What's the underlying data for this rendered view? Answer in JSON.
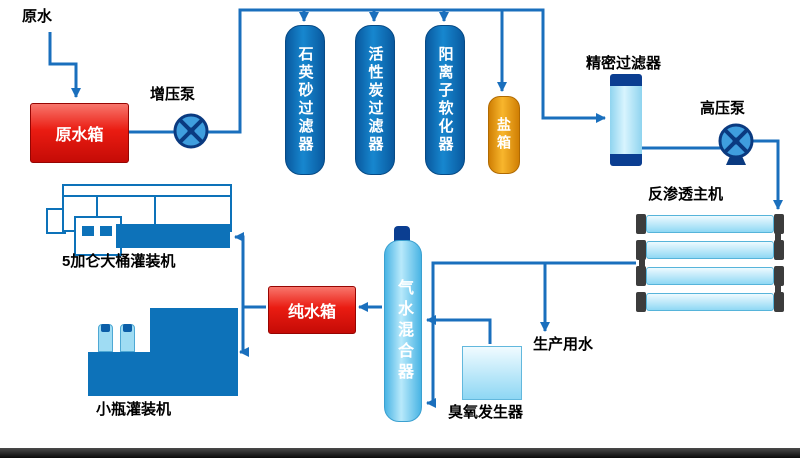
{
  "labels": {
    "raw_water": "原水",
    "raw_water_tank": "原水箱",
    "booster_pump": "增压泵",
    "quartz_sand_filter": "石英砂过滤器",
    "activated_carbon_filter": "活性炭过滤器",
    "cation_softener": "阳离子软化器",
    "salt_tank": "盐箱",
    "precision_filter": "精密过滤器",
    "high_pressure_pump": "高压泵",
    "ro_main_unit": "反渗透主机",
    "pure_water_tank": "纯水箱",
    "gas_water_mixer": "气水混合器",
    "ozone_generator": "臭氧发生器",
    "production_water": "生产用水",
    "five_gallon_filler": "5加仑大桶灌装机",
    "small_bottle_filler": "小瓶灌装机"
  },
  "colors": {
    "pipe_blue": "#1a6fbd",
    "vessel_blue": "#0d72b9",
    "tank_red": "#e8241b",
    "salt_orange": "#f0a21a",
    "light_blue": "#8ed7f4",
    "cap_navy": "#0b3e91",
    "ro_end_cap": "#3c3c3c"
  }
}
